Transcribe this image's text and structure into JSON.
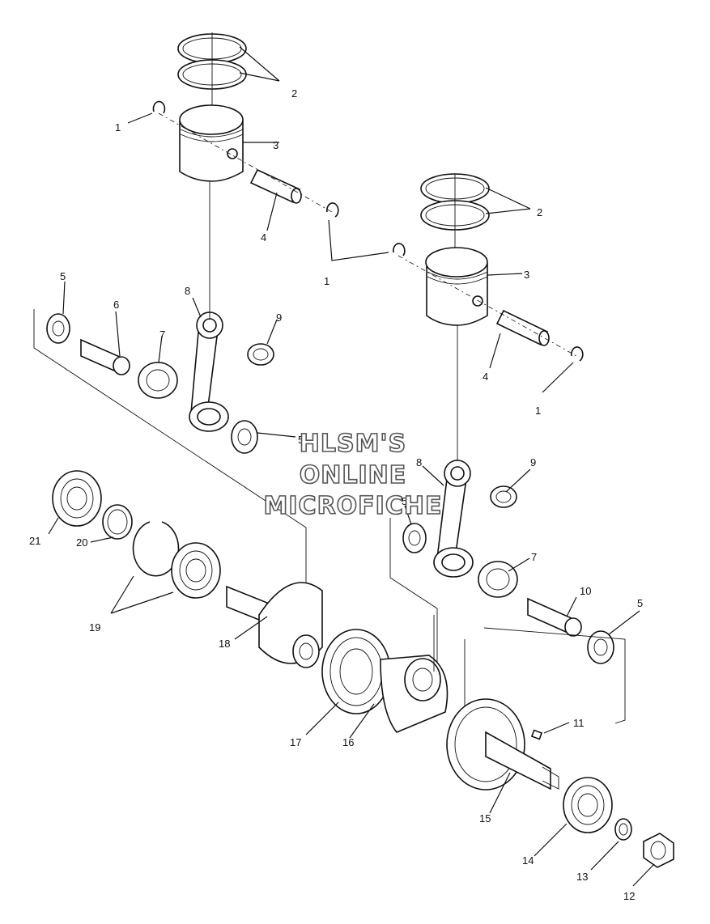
{
  "watermark": {
    "line1": "HLSM'S",
    "line2": "ONLINE",
    "line3": "MICROFICHE"
  },
  "callouts": [
    {
      "id": "c1a",
      "label": "1"
    },
    {
      "id": "c2a",
      "label": "2"
    },
    {
      "id": "c3a",
      "label": "3"
    },
    {
      "id": "c4a",
      "label": "4"
    },
    {
      "id": "c1b",
      "label": "1"
    },
    {
      "id": "c2b",
      "label": "2"
    },
    {
      "id": "c3b",
      "label": "3"
    },
    {
      "id": "c5a",
      "label": "5"
    },
    {
      "id": "c6",
      "label": "6"
    },
    {
      "id": "c8a",
      "label": "8"
    },
    {
      "id": "c9a",
      "label": "9"
    },
    {
      "id": "c7a",
      "label": "7"
    },
    {
      "id": "c4b",
      "label": "4"
    },
    {
      "id": "c1c",
      "label": "1"
    },
    {
      "id": "c5b",
      "label": "5"
    },
    {
      "id": "c8b",
      "label": "8"
    },
    {
      "id": "c9b",
      "label": "9"
    },
    {
      "id": "c5c",
      "label": "5"
    },
    {
      "id": "c21",
      "label": "21"
    },
    {
      "id": "c20",
      "label": "20"
    },
    {
      "id": "c7b",
      "label": "7"
    },
    {
      "id": "c10",
      "label": "10"
    },
    {
      "id": "c5d",
      "label": "5"
    },
    {
      "id": "c19",
      "label": "19"
    },
    {
      "id": "c18",
      "label": "18"
    },
    {
      "id": "c11",
      "label": "11"
    },
    {
      "id": "c17",
      "label": "17"
    },
    {
      "id": "c16",
      "label": "16"
    },
    {
      "id": "c15",
      "label": "15"
    },
    {
      "id": "c14",
      "label": "14"
    },
    {
      "id": "c13",
      "label": "13"
    },
    {
      "id": "c12",
      "label": "12"
    }
  ]
}
